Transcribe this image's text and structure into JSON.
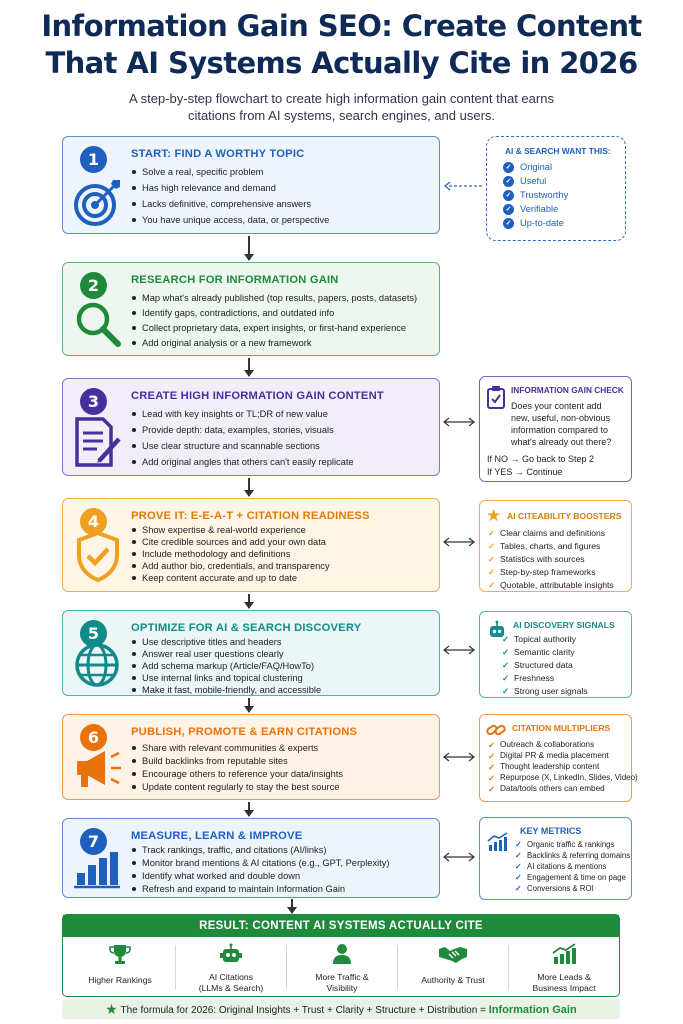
{
  "title_line1": "Information Gain SEO: Create Content",
  "title_line2": "That AI Systems Actually Cite in 2026",
  "subtitle_line1": "A step-by-step flowchart to create high information gain content that earns",
  "subtitle_line2": "citations from AI systems, search engines, and users.",
  "steps": [
    {
      "number": "1",
      "heading": "START: FIND A WORTHY TOPIC",
      "color": "#1f5fbf",
      "bullets": [
        "Solve a real, specific problem",
        "Has high relevance and demand",
        "Lacks definitive, comprehensive answers",
        "You have unique access, data, or perspective"
      ]
    },
    {
      "number": "2",
      "heading": "RESEARCH FOR INFORMATION GAIN",
      "color": "#1f8a3b",
      "bullets": [
        "Map what's already published (top results, papers, posts, datasets)",
        "Identify gaps, contradictions, and outdated info",
        "Collect proprietary data, expert insights, or first-hand experience",
        "Add original analysis or a new framework"
      ]
    },
    {
      "number": "3",
      "heading": "CREATE HIGH INFORMATION GAIN CONTENT",
      "color": "#4a2e9e",
      "bullets": [
        "Lead with key insights or TL;DR of new value",
        "Provide depth: data, examples, stories, visuals",
        "Use clear structure and scannable sections",
        "Add original angles that others can't easily replicate"
      ]
    },
    {
      "number": "4",
      "heading": "PROVE IT: E-E-A-T + CITATION READINESS",
      "color": "#e08a0b",
      "bullets": [
        "Show expertise & real-world experience",
        "Cite credible sources and add your own data",
        "Include methodology and definitions",
        "Add author bio, credentials, and transparency",
        "Keep content accurate and up to date"
      ]
    },
    {
      "number": "5",
      "heading": "OPTIMIZE FOR AI & SEARCH DISCOVERY",
      "color": "#138a8a",
      "bullets": [
        "Use descriptive titles and headers",
        "Answer real user questions clearly",
        "Add schema markup (Article/FAQ/HowTo)",
        "Use internal links and topical clustering",
        "Make it fast, mobile-friendly, and accessible"
      ]
    },
    {
      "number": "6",
      "heading": "PUBLISH, PROMOTE & EARN CITATIONS",
      "color": "#e8730c",
      "bullets": [
        "Share with relevant communities & experts",
        "Build backlinks from reputable sites",
        "Encourage others to reference your data/insights",
        "Update content regularly to stay the best source"
      ]
    },
    {
      "number": "7",
      "heading": "MEASURE, LEARN & IMPROVE",
      "color": "#1f5fbf",
      "bullets": [
        "Track rankings, traffic, and citations (AI/links)",
        "Monitor brand mentions & AI citations (e.g., GPT, Perplexity)",
        "Identify what worked and double down",
        "Refresh and expand to maintain Information Gain"
      ]
    }
  ],
  "side_want": {
    "title": "AI & SEARCH WANT THIS:",
    "items": [
      "Original",
      "Useful",
      "Trustworthy",
      "Verifiable",
      "Up-to-date"
    ]
  },
  "side_check": {
    "title": "INFORMATION GAIN CHECK",
    "question_lines": [
      "Does your content add",
      "new, useful, non-obvious",
      "information compared to",
      "what's already out there?"
    ],
    "no_line": "If NO → Go back to Step 2",
    "yes_line": "If YES → Continue"
  },
  "side_boosters": {
    "title": "AI CITEABILITY BOOSTERS",
    "items": [
      "Clear claims and definitions",
      "Tables, charts, and figures",
      "Statistics with sources",
      "Step-by-step frameworks",
      "Quotable, attributable insights"
    ]
  },
  "side_signals": {
    "title": "AI DISCOVERY SIGNALS",
    "items": [
      "Topical authority",
      "Semantic clarity",
      "Structured data",
      "Freshness",
      "Strong user signals"
    ]
  },
  "side_multipliers": {
    "title": "CITATION MULTIPLIERS",
    "items": [
      "Outreach & collaborations",
      "Digital PR & media placement",
      "Thought leadership content",
      "Repurpose (X, LinkedIn, Slides, Video)",
      "Data/tools others can embed"
    ]
  },
  "side_metrics": {
    "title": "KEY METRICS",
    "items": [
      "Organic traffic & rankings",
      "Backlinks & referring domains",
      "AI citations & mentions",
      "Engagement & time on page",
      "Conversions & ROI"
    ]
  },
  "result": {
    "heading": "RESULT: CONTENT AI SYSTEMS ACTUALLY CITE",
    "items": [
      {
        "line1": "Higher Rankings",
        "line2": ""
      },
      {
        "line1": "AI Citations",
        "line2": "(LLMs & Search)"
      },
      {
        "line1": "More Traffic &",
        "line2": "Visibility"
      },
      {
        "line1": "Authority & Trust",
        "line2": ""
      },
      {
        "line1": "More Leads &",
        "line2": "Business Impact"
      }
    ]
  },
  "footer": {
    "text": "The formula for 2026: Original Insights + Trust + Clarity + Structure + Distribution =",
    "highlight": "Information Gain"
  }
}
